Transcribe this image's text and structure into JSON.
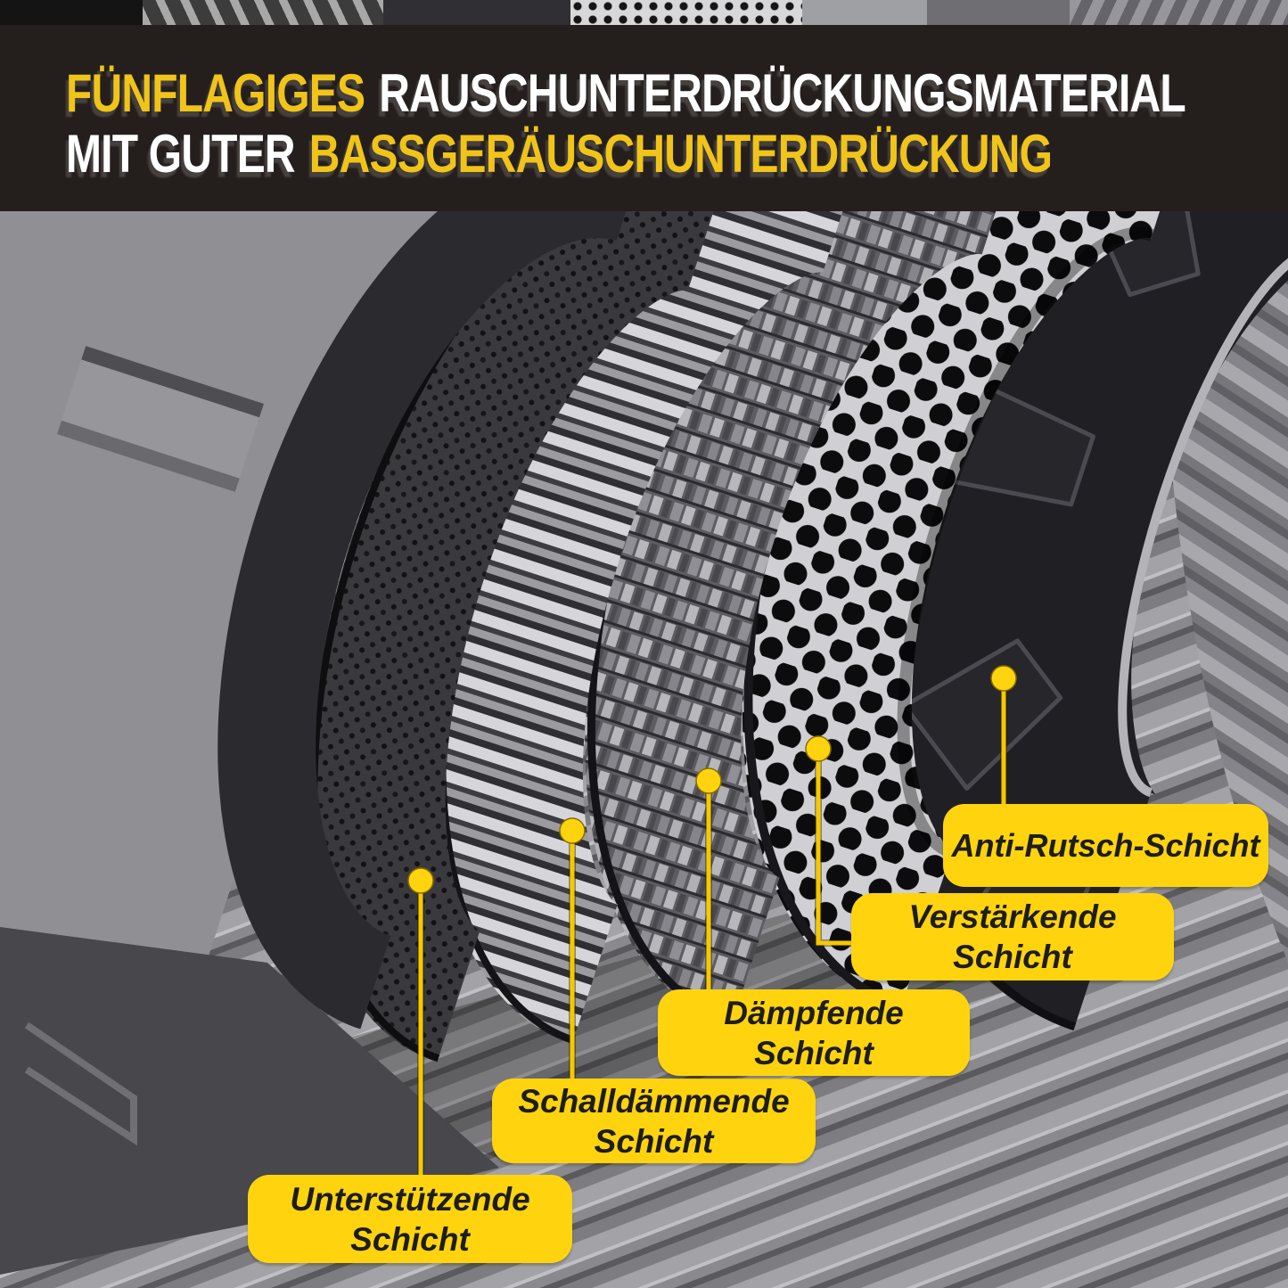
{
  "title": {
    "line1_accent": "FÜNFLAGIGES",
    "line1_rest": "RAUSCHUNTERDRÜCKUNGSMATERIAL",
    "line2_rest": "MIT GUTER",
    "line2_accent": "BASSGERÄUSCHUNTERDRÜCKUNG"
  },
  "callouts": [
    {
      "id": "unterstuetzende",
      "line1": "Unterstützende",
      "line2": "Schicht"
    },
    {
      "id": "schalldaemmende",
      "line1": "Schalldämmende",
      "line2": "Schicht"
    },
    {
      "id": "daempfende",
      "line1": "Dämpfende",
      "line2": "Schicht"
    },
    {
      "id": "verstaerkende",
      "line1": "Verstärkende",
      "line2": "Schicht"
    },
    {
      "id": "anti_rutsch",
      "line1": "Anti-Rutsch-Schicht",
      "line2": ""
    }
  ],
  "colors": {
    "header_background": "#241F1D",
    "title_accent_yellow": "#F0C419",
    "title_white": "#FFFFFF",
    "callout_yellow": "#FFD40E",
    "callout_text": "#1D1D1D",
    "leader_line_yellow": "#F6C800"
  }
}
